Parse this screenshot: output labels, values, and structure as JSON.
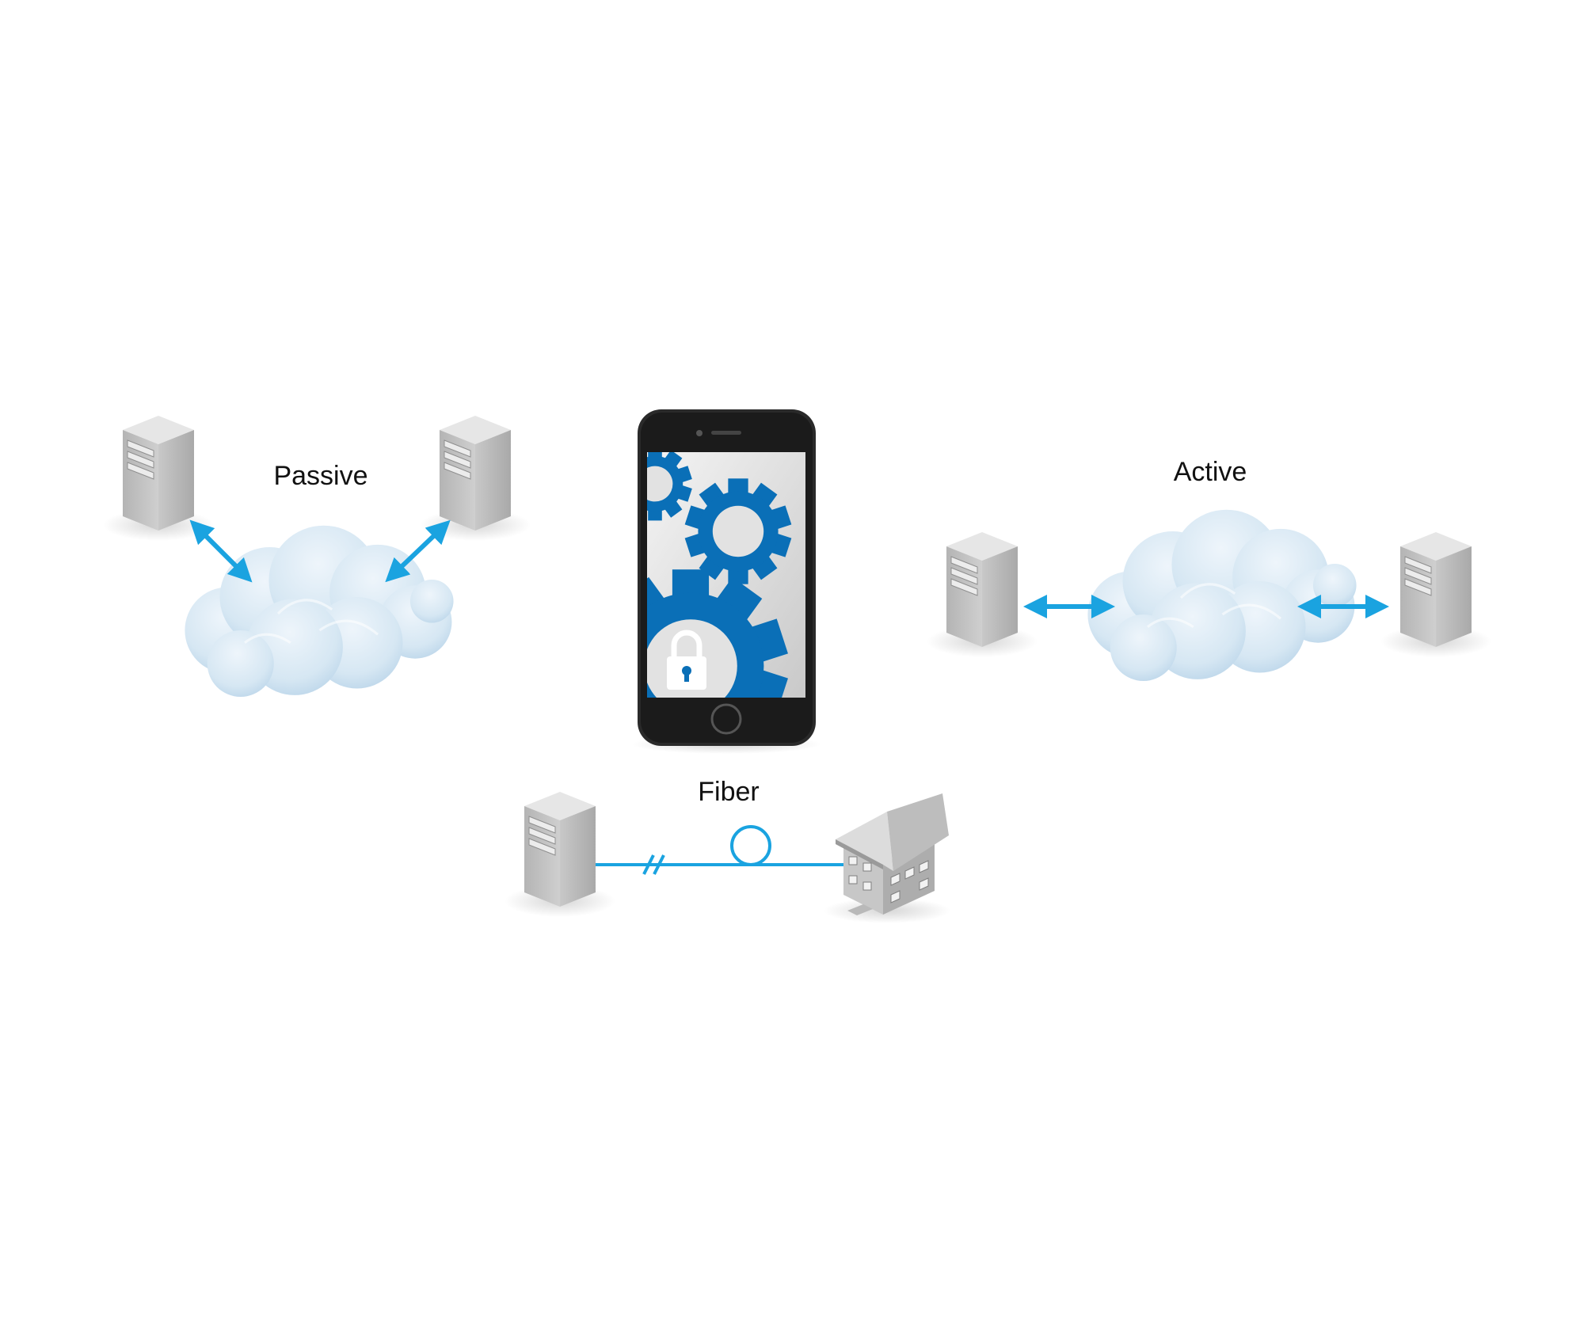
{
  "labels": {
    "passive": "Passive",
    "active": "Active",
    "fiber": "Fiber"
  },
  "colors": {
    "accent_blue": "#1aa3e0",
    "gear_blue": "#0a6fb7",
    "server_gray": "#c4c4c4",
    "cloud": "#dceaf4",
    "phone_body": "#2a2a2a"
  },
  "icons": [
    "server-icon",
    "cloud-icon",
    "bidirectional-arrow-icon",
    "smartphone-icon",
    "gear-icon",
    "padlock-icon",
    "fiber-loop-icon",
    "house-icon"
  ]
}
